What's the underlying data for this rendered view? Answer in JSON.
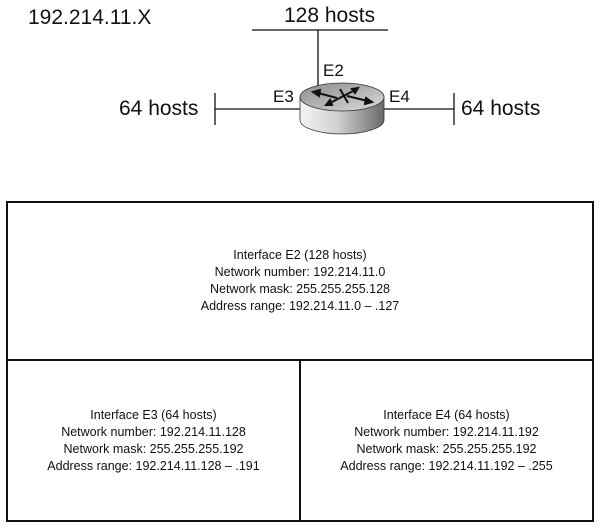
{
  "diagram": {
    "subnet_base": "192.214.11.X",
    "top_network_label": "128 hosts",
    "left_network_label": "64 hosts",
    "right_network_label": "64 hosts",
    "interfaces": {
      "e2": "E2",
      "e3": "E3",
      "e4": "E4"
    }
  },
  "table": {
    "e2": {
      "title": "Interface E2 (128 hosts)",
      "network_number": "Network number: 192.214.11.0",
      "network_mask": "Network mask: 255.255.255.128",
      "address_range": "Address range: 192.214.11.0 – .127"
    },
    "e3": {
      "title": "Interface E3 (64 hosts)",
      "network_number": "Network number: 192.214.11.128",
      "network_mask": "Network mask: 255.255.255.192",
      "address_range": "Address range: 192.214.11.128 – .191"
    },
    "e4": {
      "title": "Interface E4 (64 hosts)",
      "network_number": "Network number: 192.214.11.192",
      "network_mask": "Network mask: 255.255.255.192",
      "address_range": "Address range: 192.214.11.192 – .255"
    }
  },
  "colors": {
    "line": "#111111",
    "router_light": "#f2f2f2",
    "router_dark": "#6e6e6e"
  }
}
